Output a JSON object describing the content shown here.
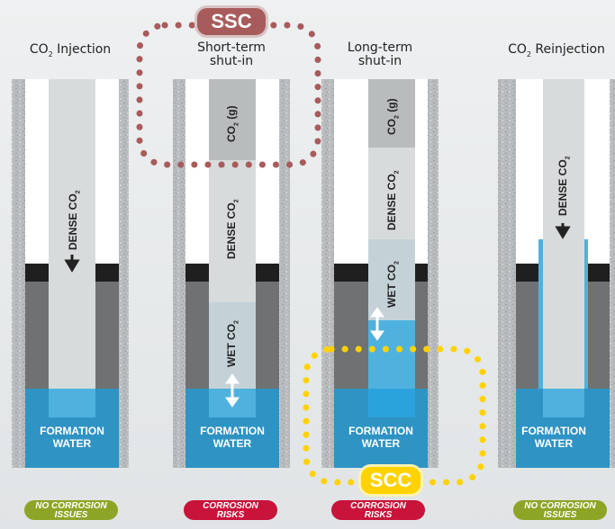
{
  "columns": [
    {
      "title_main": "CO",
      "title_sub": "2",
      "title_rest": " Injection",
      "status": "NO CORROSION ISSUES",
      "status_line1": "NO CORROSION",
      "status_line2": "ISSUES",
      "status_color": "#8da526"
    },
    {
      "title_line1": "Short-term",
      "title_line2": "shut-in",
      "status": "CORROSION RISKS",
      "status_line1": "CORROSION",
      "status_line2": "RISKS",
      "status_color": "#c8133b"
    },
    {
      "title_line1": "Long-term",
      "title_line2": "shut-in",
      "status": "CORROSION RISKS",
      "status_line1": "CORROSION",
      "status_line2": "RISKS",
      "status_color": "#c8133b"
    },
    {
      "title_main": "CO",
      "title_sub": "2",
      "title_rest": " Reinjection",
      "status": "NO CORROSION ISSUES",
      "status_line1": "NO CORROSION",
      "status_line2": "ISSUES",
      "status_color": "#8da526"
    }
  ],
  "labels": {
    "dense": "DENSE CO",
    "wet": "WET CO",
    "gas": "CO",
    "gas_suffix": " (g)",
    "sub2": "2",
    "formation_line1": "FORMATION",
    "formation_line2": "WATER"
  },
  "badges": {
    "ssc": "SSC",
    "scc": "SCC"
  },
  "colors": {
    "formation_water": "#2f93c4",
    "wet_water": "#4fb2de",
    "dense_co2": "#d8dbdc",
    "gas_co2": "#b9bcbd",
    "wet_co2": "#c4d2d8",
    "casing_dark": "#6f7173",
    "packer": "#1f1f1f",
    "ssc": "#a85b5b",
    "scc": "#ffd200"
  }
}
